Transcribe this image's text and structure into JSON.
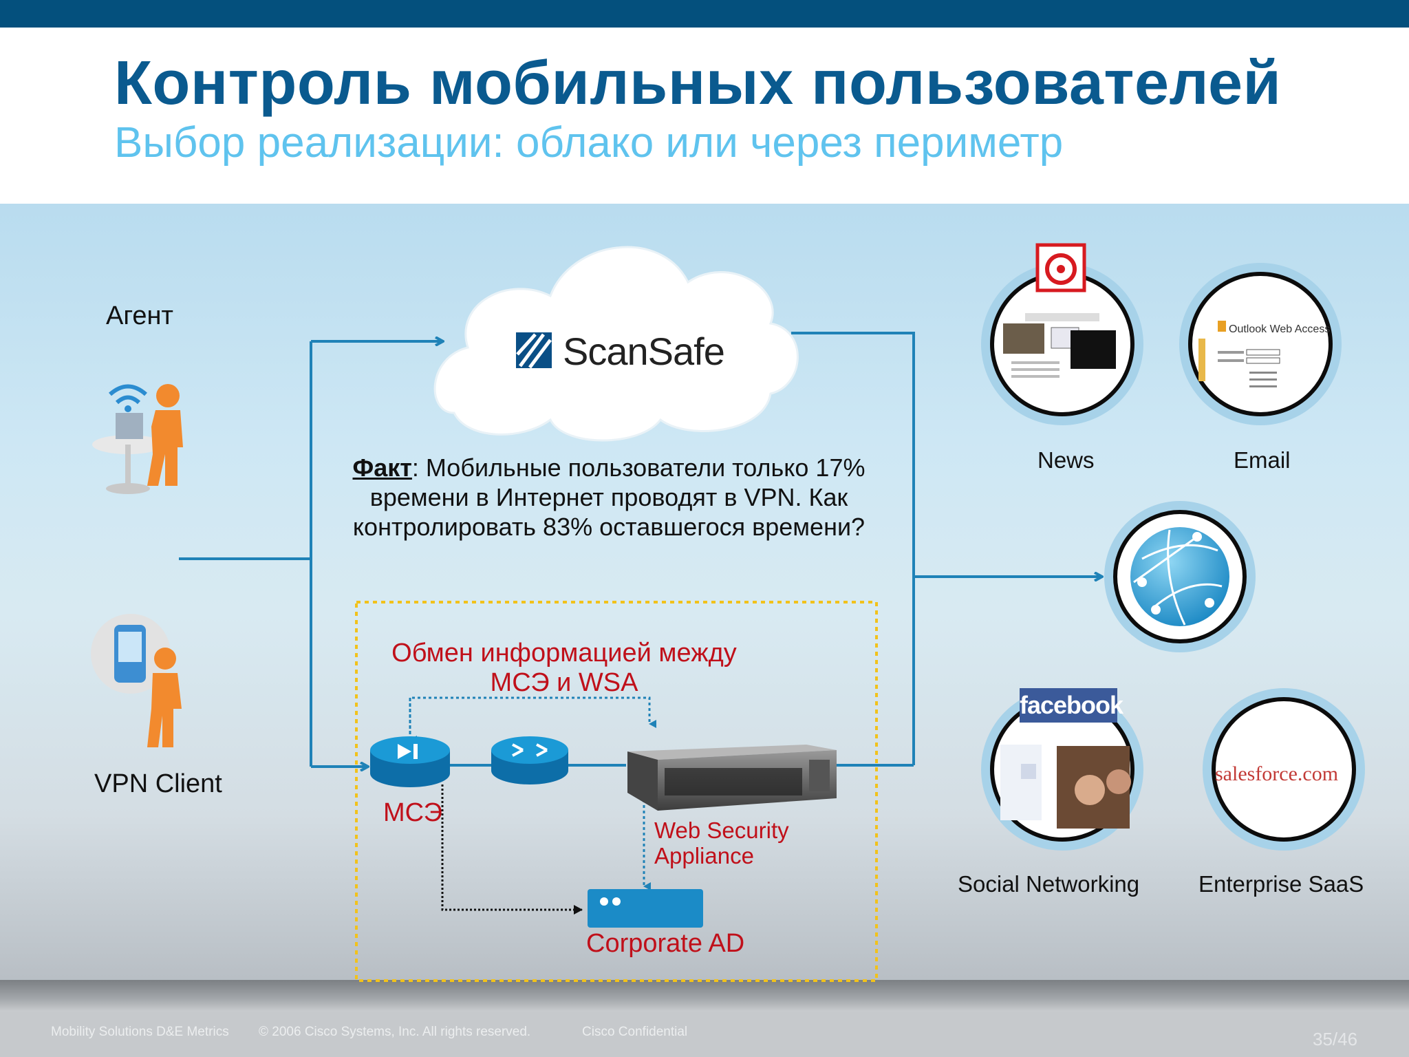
{
  "slide": {
    "title": "Контроль мобильных пользователей",
    "subtitle": "Выбор реализации: облако или через периметр"
  },
  "left": {
    "agent_label": "Агент",
    "vpn_label": "VPN Client"
  },
  "cloud": {
    "brand": "ScanSafe"
  },
  "fact": {
    "bold": "Факт",
    "text": ": Мобильные пользователи только 17% времени в Интернет проводят в VPN. Как контролировать 83% оставшегося времени?"
  },
  "perimeter": {
    "exchange_label": "Обмен информацией между МСЭ и WSA",
    "firewall_label": "МСЭ",
    "wsa_label": "Web Security Appliance",
    "ad_label": "Corporate AD"
  },
  "services": {
    "news": "News",
    "email": "Email",
    "social": "Social Networking",
    "saas": "Enterprise SaaS",
    "facebook_logo": "facebook",
    "salesforce_logo": "salesforce.com",
    "outlook_text": "Outlook Web Access"
  },
  "footer": {
    "left": "Mobility Solutions D&E Metrics",
    "copyright": "© 2006 Cisco Systems, Inc. All rights reserved.",
    "confidential": "Cisco Confidential",
    "page": "35/46"
  },
  "colors": {
    "accent": "#0a5a8f",
    "subtitle": "#5fc3ee",
    "line": "#1f82b7",
    "red": "#c0101a",
    "dotted_box": "#f2c21b"
  }
}
